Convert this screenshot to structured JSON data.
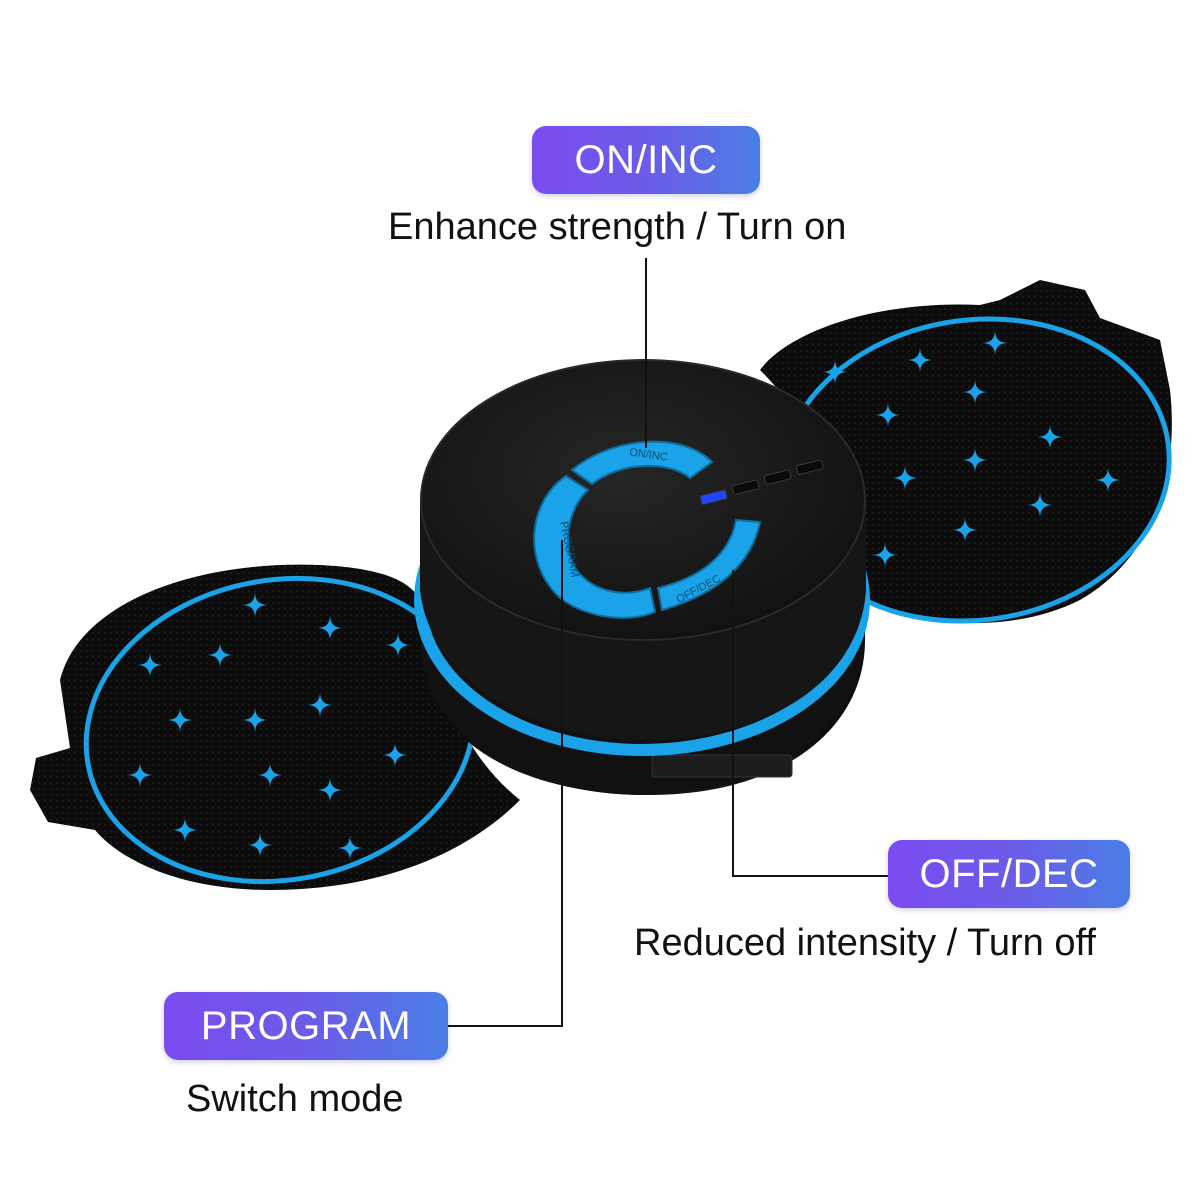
{
  "labels": {
    "on_inc": {
      "title": "ON/INC",
      "caption": "Enhance strength / Turn on"
    },
    "off_dec": {
      "title": "OFF/DEC",
      "caption": "Reduced intensity / Turn off"
    },
    "program": {
      "title": "PROGRAM",
      "caption": "Switch mode"
    }
  },
  "device": {
    "button_top_text": "ON/INC",
    "button_right_text": "OFF/DEC",
    "button_left_text": "PROGRAM",
    "intensity_level": 1,
    "intensity_max": 4
  },
  "colors": {
    "accent_blue": "#1aa3e8",
    "device_body": "#141414",
    "pill_start": "#7b4cf0",
    "pill_end": "#4a7ee6",
    "indicator_on": "#2244ff"
  }
}
